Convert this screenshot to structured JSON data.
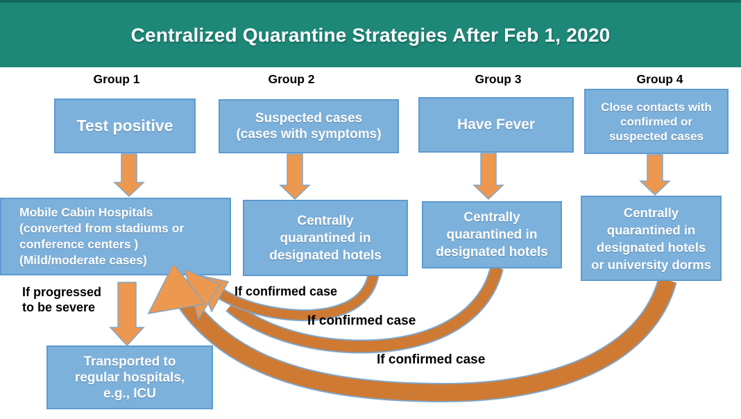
{
  "title": "Centralized Quarantine Strategies After Feb 1, 2020",
  "group_labels": [
    "Group 1",
    "Group 2",
    "Group 3",
    "Group 4"
  ],
  "boxes": {
    "test_positive": {
      "lines": [
        "Test positive"
      ]
    },
    "suspected": {
      "lines": [
        "Suspected cases",
        "(cases with symptoms)"
      ]
    },
    "fever": {
      "lines": [
        "Have Fever"
      ]
    },
    "close_contacts": {
      "lines": [
        "Close contacts with",
        "confirmed or",
        "suspected cases"
      ]
    },
    "mobile_cabin": {
      "lines": [
        "Mobile Cabin Hospitals",
        "(converted from stadiums or",
        "conference centers )",
        "(Mild/moderate cases)"
      ]
    },
    "hotel_g2": {
      "lines": [
        "Centrally",
        "quarantined in",
        "designated hotels"
      ]
    },
    "hotel_g3": {
      "lines": [
        "Centrally",
        "quarantined in",
        "designated hotels"
      ]
    },
    "hotel_g4": {
      "lines": [
        "Centrally",
        "quarantined in",
        "designated hotels",
        "or university dorms"
      ]
    },
    "icu": {
      "lines": [
        "Transported to",
        "regular hospitals,",
        "e.g., ICU"
      ]
    }
  },
  "edge_labels": {
    "progressed": [
      "If progressed",
      "to be severe"
    ],
    "confirmed_g2": "If confirmed case",
    "confirmed_g3": "If confirmed case",
    "confirmed_g4": "If confirmed case"
  },
  "colors": {
    "header_bg": "#1E8878",
    "header_edge": "#14695C",
    "box_fill": "#7CB1DC",
    "box_border": "#5D9ACF",
    "arrow_fill": "#ED9850",
    "arrow_outline": "#7FA6C9",
    "ribbon_fill": "#CE7A33",
    "label_text": "#000000",
    "box_text": "#FFFFFF"
  }
}
